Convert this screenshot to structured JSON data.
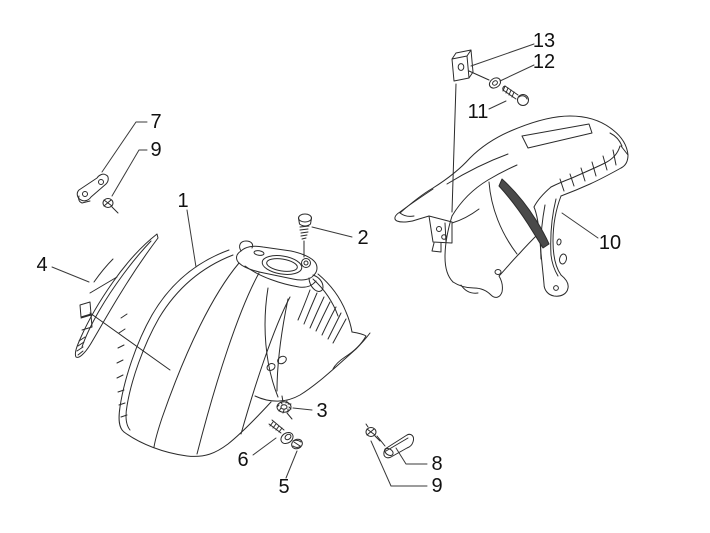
{
  "figure": {
    "kind": "exploded-parts-line-diagram",
    "background_color": "#ffffff",
    "line_color": "#2b2b2b",
    "label_color": "#111111",
    "callouts": [
      {
        "text": "1",
        "part": "front-mudguard-body"
      },
      {
        "text": "2",
        "part": "top-fixing-screw"
      },
      {
        "text": "3",
        "part": "flanged-nut"
      },
      {
        "text": "4",
        "part": "front-edge-trim"
      },
      {
        "text": "5",
        "part": "fastener-clip"
      },
      {
        "text": "6",
        "part": "side-screw"
      },
      {
        "text": "7",
        "part": "bracket-plate"
      },
      {
        "text": "8",
        "part": "end-cap"
      },
      {
        "text": "9",
        "part": "speed-clip-upper"
      },
      {
        "text": "9",
        "part": "speed-clip-lower"
      },
      {
        "text": "10",
        "part": "rear-mudguard-body"
      },
      {
        "text": "11",
        "part": "hex-screw"
      },
      {
        "text": "12",
        "part": "washer"
      },
      {
        "text": "13",
        "part": "u-clip-nut"
      }
    ]
  }
}
